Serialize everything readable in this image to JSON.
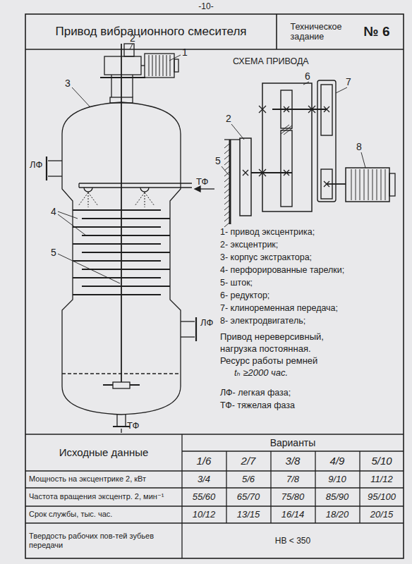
{
  "diagram": {
    "nodes": [
      {
        "text": [
          "Привод вибрационного смесителя"
        ]
      },
      {
        "text": [
          "Техническое задание",
          "№ 6"
        ]
      }
    ],
    "labels": [
      "-10-",
      "1",
      "2",
      "3",
      "4",
      "5",
      "ЛФ",
      "ТФ",
      "ЛФ",
      "ТФ",
      "СХЕМА ПРИВОДА",
      "6",
      "7",
      "2",
      "5",
      "8",
      "1- привод эксцентрика;",
      "2- эксцентрик;",
      "3- корпус экстрактора;",
      "4- перфорированные тарелки;",
      "5- шток;",
      "6- редуктор;",
      "7- клиноременная передача;",
      "8- электродвигатель;",
      "Привод нереверсивный,",
      "нагрузка постоянная.",
      "Ресурс работы ремней",
      "tₕ ≥2000 час.",
      "ЛФ- легкая фаза;",
      "ТФ- тяжелая фаза",
      "Исходные данные",
      "Варианты",
      "1/6",
      "2/7",
      "3/8",
      "4/9",
      "5/10",
      "Мощность на эксцентрике 2, кВт",
      "3/4",
      "5/6",
      "7/8",
      "9/10",
      "11/12",
      "Частота вращения эксцентр. 2, мин⁻¹",
      "55/60",
      "65/70",
      "75/80",
      "85/90",
      "95/100",
      "Срок службы, тыс. час.",
      "10/12",
      "13/15",
      "16/14",
      "18/20",
      "20/15",
      "Твердость рабочих пов-тей зубьев передачи",
      "HB < 350"
    ]
  }
}
